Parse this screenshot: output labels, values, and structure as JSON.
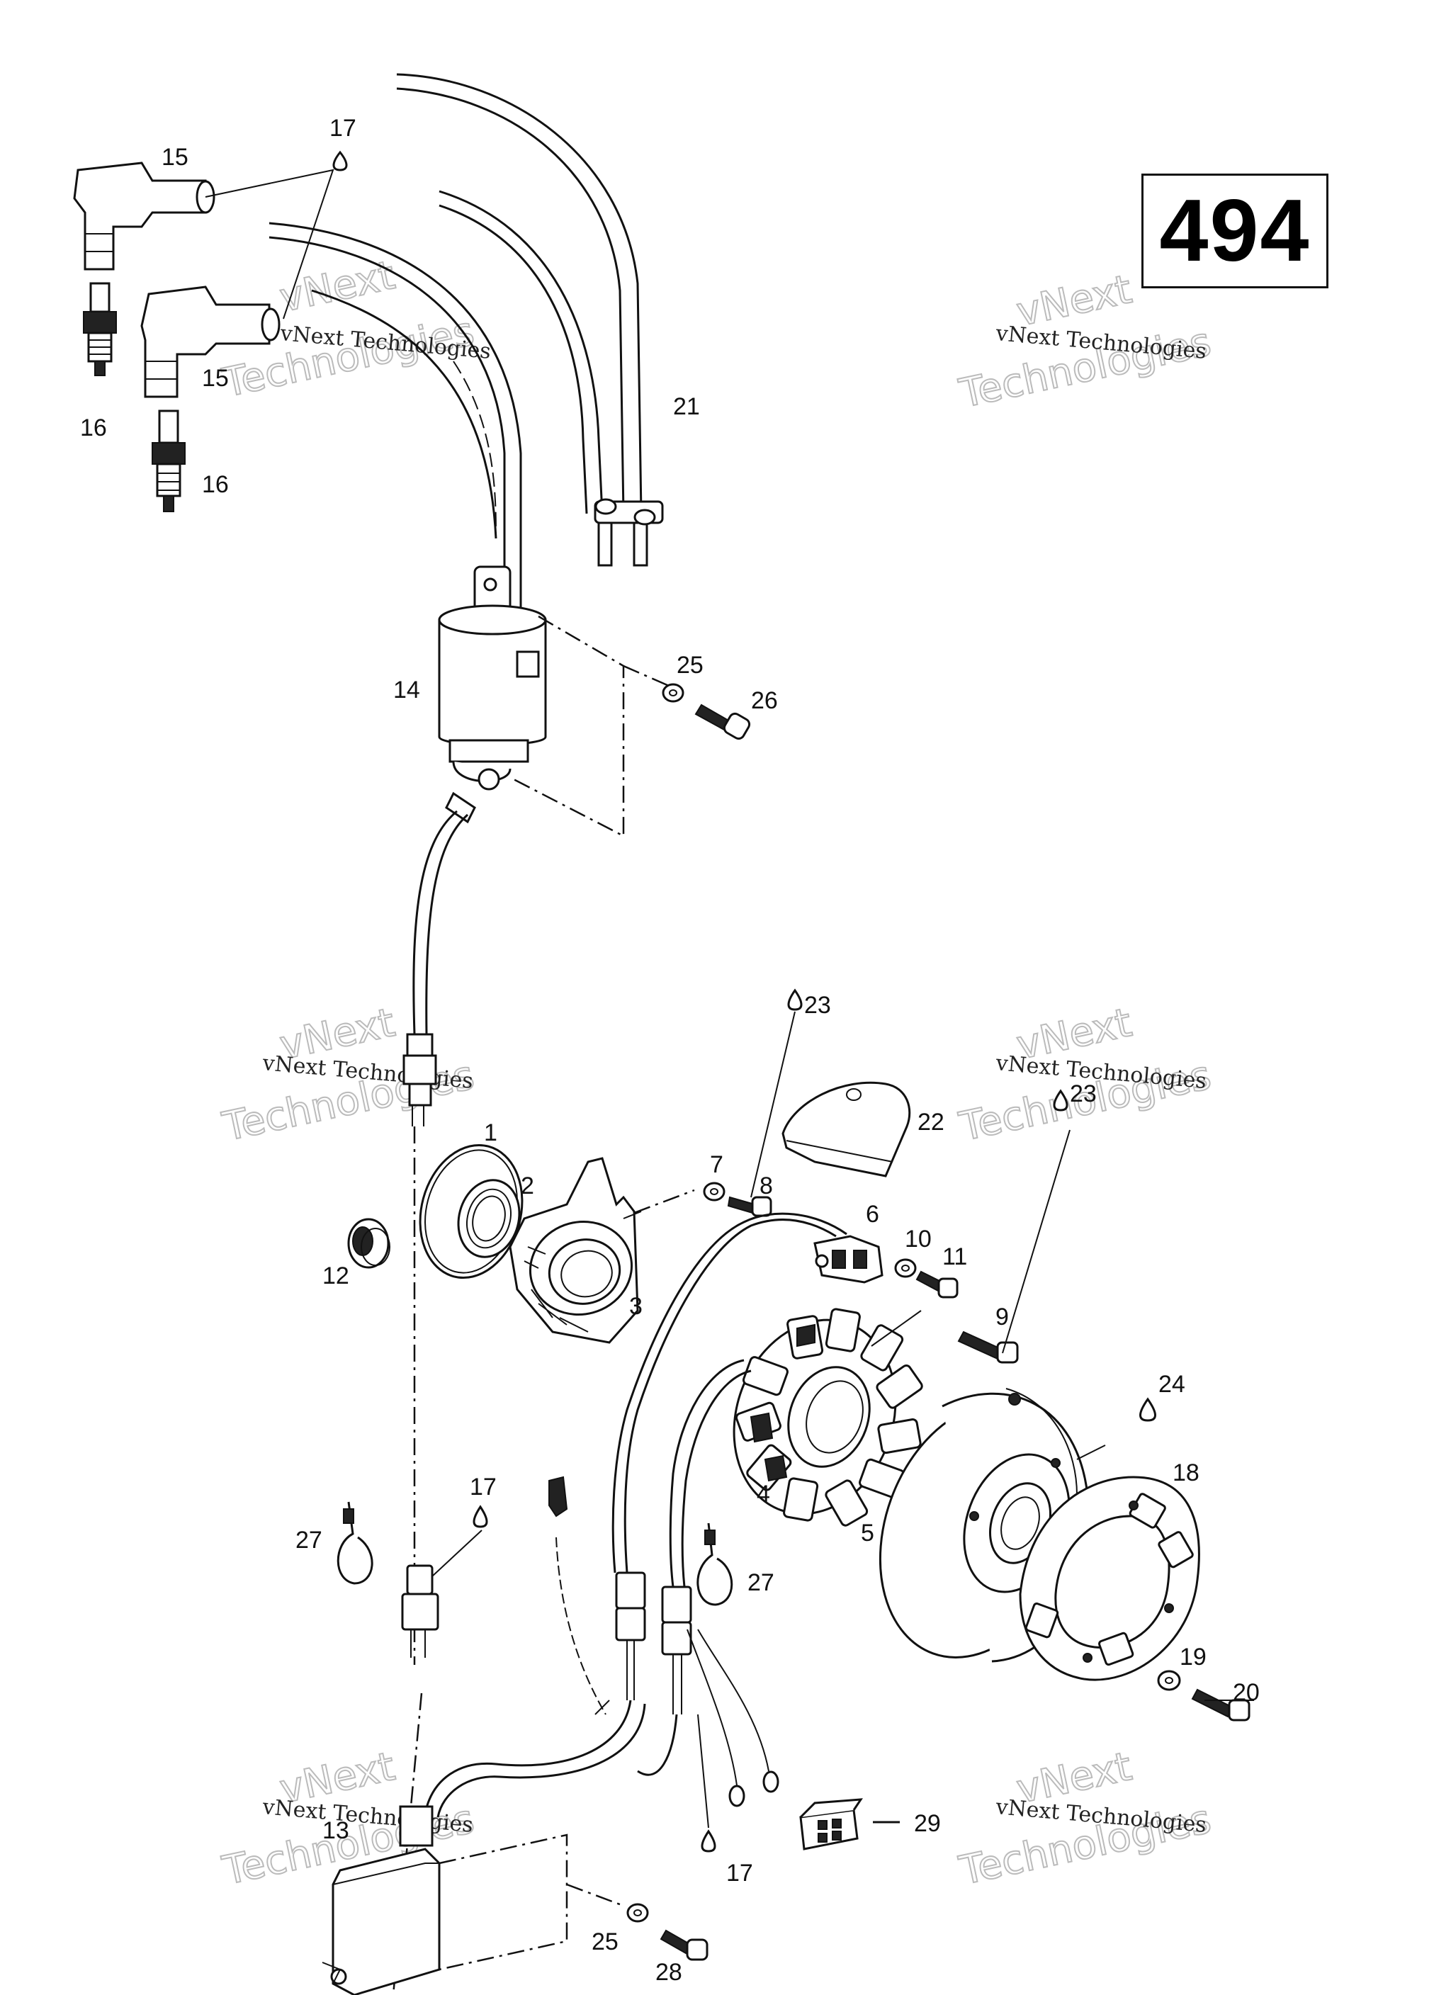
{
  "page_number": "494",
  "watermark": {
    "line1": "vNext Technologies",
    "line2": "Technologies",
    "line3": "vNext"
  },
  "callouts": [
    {
      "id": "c1",
      "text": "1"
    },
    {
      "id": "c2",
      "text": "2"
    },
    {
      "id": "c3",
      "text": "3"
    },
    {
      "id": "c4",
      "text": "4"
    },
    {
      "id": "c5",
      "text": "5"
    },
    {
      "id": "c6",
      "text": "6"
    },
    {
      "id": "c7",
      "text": "7"
    },
    {
      "id": "c8",
      "text": "8"
    },
    {
      "id": "c9",
      "text": "9"
    },
    {
      "id": "c10",
      "text": "10"
    },
    {
      "id": "c11",
      "text": "11"
    },
    {
      "id": "c12",
      "text": "12"
    },
    {
      "id": "c13",
      "text": "13"
    },
    {
      "id": "c14",
      "text": "14"
    },
    {
      "id": "c15a",
      "text": "15"
    },
    {
      "id": "c15b",
      "text": "15"
    },
    {
      "id": "c16a",
      "text": "16"
    },
    {
      "id": "c16b",
      "text": "16"
    },
    {
      "id": "c17a",
      "text": "17"
    },
    {
      "id": "c17b",
      "text": "17"
    },
    {
      "id": "c17c",
      "text": "17"
    },
    {
      "id": "c18",
      "text": "18"
    },
    {
      "id": "c19",
      "text": "19"
    },
    {
      "id": "c20",
      "text": "20"
    },
    {
      "id": "c21",
      "text": "21"
    },
    {
      "id": "c22",
      "text": "22"
    },
    {
      "id": "c23a",
      "text": "23"
    },
    {
      "id": "c23b",
      "text": "23"
    },
    {
      "id": "c24",
      "text": "24"
    },
    {
      "id": "c25a",
      "text": "25"
    },
    {
      "id": "c25b",
      "text": "25"
    },
    {
      "id": "c26",
      "text": "26"
    },
    {
      "id": "c27a",
      "text": "27"
    },
    {
      "id": "c27b",
      "text": "27"
    },
    {
      "id": "c28",
      "text": "28"
    },
    {
      "id": "c29",
      "text": "29"
    }
  ]
}
